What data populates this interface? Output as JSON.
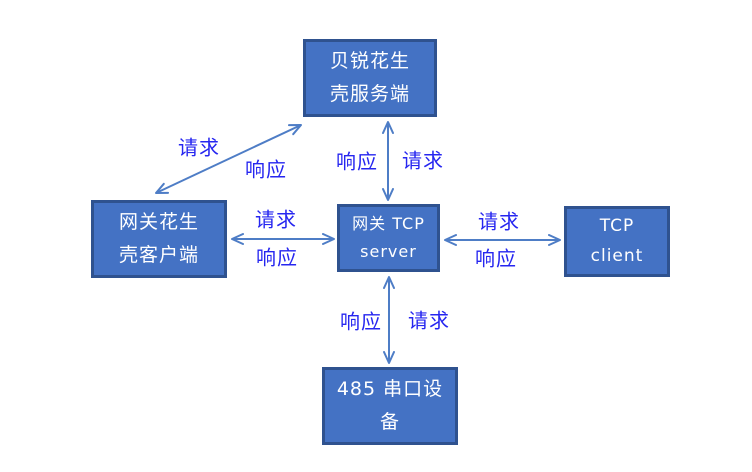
{
  "diagram": {
    "title": "gateway-peanut-shell-topology",
    "colors": {
      "background": "#ffffff",
      "node_fill": "#4472c4",
      "node_border": "#2f528f",
      "arrow": "#4e7dc6",
      "edge_label": "#2626f0",
      "node_text": "#ffffff"
    },
    "nodes": [
      {
        "id": "peanut-shell-server",
        "lines": [
          "贝锐花生",
          "壳服务端"
        ]
      },
      {
        "id": "gateway-peanut-client",
        "lines": [
          "网关花生",
          "壳客户端"
        ]
      },
      {
        "id": "gateway-tcp-server",
        "lines": [
          "网关 TCP",
          "server"
        ]
      },
      {
        "id": "tcp-client",
        "lines": [
          "TCP",
          "client"
        ]
      },
      {
        "id": "serial-485-device",
        "lines": [
          "485 串口设",
          "备"
        ]
      }
    ],
    "edges": [
      {
        "from": "gateway-peanut-client",
        "to": "peanut-shell-server",
        "request_label": "请求",
        "response_label": "响应"
      },
      {
        "from": "gateway-tcp-server",
        "to": "peanut-shell-server",
        "request_label": "请求",
        "response_label": "响应"
      },
      {
        "from": "gateway-peanut-client",
        "to": "gateway-tcp-server",
        "request_label": "请求",
        "response_label": "响应"
      },
      {
        "from": "tcp-client",
        "to": "gateway-tcp-server",
        "request_label": "请求",
        "response_label": "响应"
      },
      {
        "from": "serial-485-device",
        "to": "gateway-tcp-server",
        "request_label": "请求",
        "response_label": "响应"
      }
    ]
  }
}
